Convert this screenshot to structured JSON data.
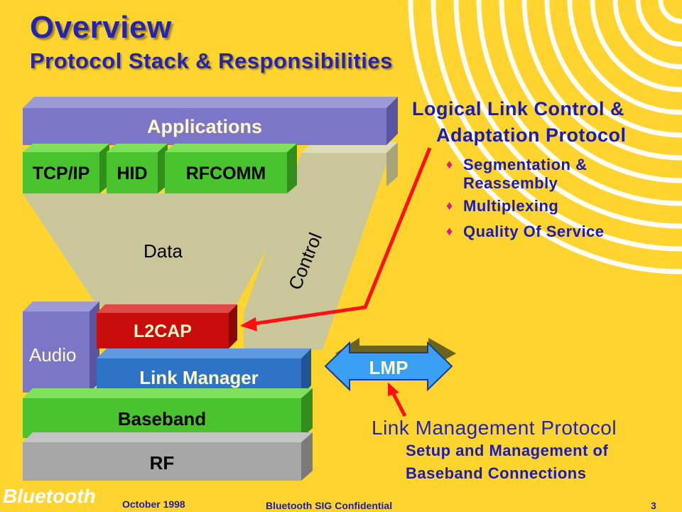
{
  "slide": {
    "title": "Overview",
    "subtitle": "Protocol Stack & Responsibilities"
  },
  "stack": {
    "applications": "Applications",
    "tcpip": "TCP/IP",
    "hid": "HID",
    "rfcomm": "RFCOMM",
    "data": "Data",
    "control": "Control",
    "audio": "Audio",
    "l2cap": "L2CAP",
    "link_manager": "Link Manager",
    "baseband": "Baseband",
    "rf": "RF",
    "lmp": "LMP"
  },
  "l2cap_desc": {
    "heading_line1": "Logical Link Control &",
    "heading_line2": "Adaptation Protocol",
    "bullets": [
      {
        "line1": "Segmentation &",
        "line2": "Reassembly"
      },
      {
        "line1": "Multiplexing"
      },
      {
        "line1": "Quality Of Service"
      }
    ]
  },
  "lmp_desc": {
    "heading": "Link Management Protocol",
    "line1": "Setup and Management of",
    "line2": "Baseband Connections"
  },
  "footer": {
    "brand": "Bluetooth",
    "date": "October 1998",
    "confidential": "Bluetooth SIG Confidential",
    "page": "3"
  },
  "colors": {
    "background": "#ffd42f",
    "title": "#2323b4",
    "applications": "#7b76c8",
    "green": "#49c42e",
    "l2cap": "#c80c0c",
    "link_manager": "#2e73c6",
    "rf": "#a6a6a6",
    "funnel": "#c9c69a",
    "lmp": "#3aa0f4",
    "arrow": "#ff1010",
    "bullet": "#e0148c"
  }
}
